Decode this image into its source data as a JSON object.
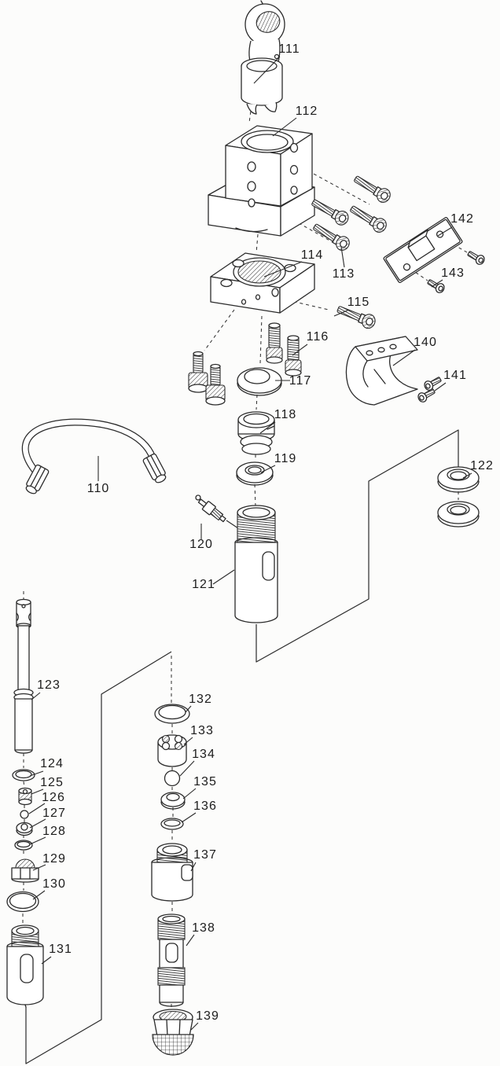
{
  "diagram": {
    "type": "exploded-parts-diagram",
    "background": "#fcfcfb",
    "ink_color": "#2b2b2b"
  },
  "callouts": [
    {
      "label": "110"
    },
    {
      "label": "111"
    },
    {
      "label": "112"
    },
    {
      "label": "113"
    },
    {
      "label": "114"
    },
    {
      "label": "115"
    },
    {
      "label": "116"
    },
    {
      "label": "117"
    },
    {
      "label": "118"
    },
    {
      "label": "119"
    },
    {
      "label": "120"
    },
    {
      "label": "121"
    },
    {
      "label": "122"
    },
    {
      "label": "123"
    },
    {
      "label": "124"
    },
    {
      "label": "125"
    },
    {
      "label": "126"
    },
    {
      "label": "127"
    },
    {
      "label": "128"
    },
    {
      "label": "129"
    },
    {
      "label": "130"
    },
    {
      "label": "131"
    },
    {
      "label": "132"
    },
    {
      "label": "133"
    },
    {
      "label": "134"
    },
    {
      "label": "135"
    },
    {
      "label": "136"
    },
    {
      "label": "137"
    },
    {
      "label": "138"
    },
    {
      "label": "139"
    },
    {
      "label": "140"
    },
    {
      "label": "141"
    },
    {
      "label": "142"
    },
    {
      "label": "143"
    }
  ]
}
